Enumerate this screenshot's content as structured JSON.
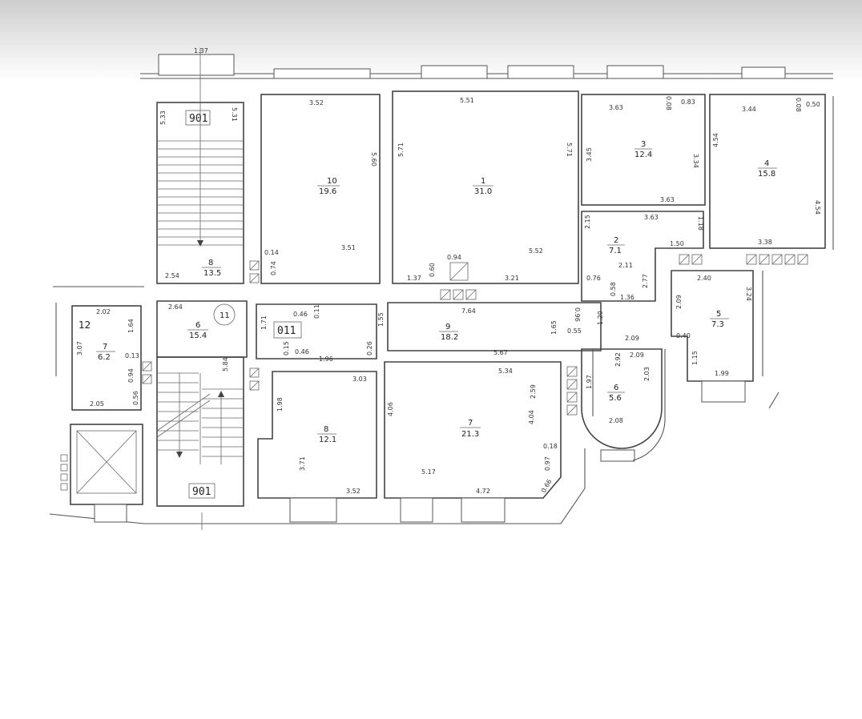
{
  "rooms": [
    {
      "id": "r1",
      "number": "1",
      "area": "31.0"
    },
    {
      "id": "r2",
      "number": "2",
      "area": "7.1"
    },
    {
      "id": "r3",
      "number": "3",
      "area": "12.4"
    },
    {
      "id": "r4",
      "number": "4",
      "area": "15.8"
    },
    {
      "id": "r5",
      "number": "5",
      "area": "7.3"
    },
    {
      "id": "r6a",
      "number": "6",
      "area": "15.4"
    },
    {
      "id": "r6b",
      "number": "6",
      "area": "5.6"
    },
    {
      "id": "r7a",
      "number": "7",
      "area": "6.2"
    },
    {
      "id": "r7b",
      "number": "7",
      "area": "21.3"
    },
    {
      "id": "r8a",
      "number": "8",
      "area": "13.5"
    },
    {
      "id": "r8b",
      "number": "8",
      "area": "12.1"
    },
    {
      "id": "r9",
      "number": "9",
      "area": "18.2"
    },
    {
      "id": "r10",
      "number": "10",
      "area": "19.6"
    }
  ],
  "markers": {
    "stair_top": "901",
    "stair_bottom": "901",
    "corridor": "011",
    "circle": "11",
    "left_room": "12",
    "north_arrow_top": "1.37"
  },
  "dimensions": [
    "3.52",
    "5.60",
    "3.51",
    "0.14",
    "0.74",
    "5.51",
    "5.71",
    "5.71",
    "0.94",
    "0.60",
    "1.37",
    "5.52",
    "3.21",
    "3.63",
    "0.08",
    "0.83",
    "3.45",
    "3.34",
    "3.63",
    "3.44",
    "0.08",
    "0.50",
    "4.54",
    "4.54",
    "3.38",
    "5.33",
    "5.31",
    "2.54",
    "2.15",
    "3.63",
    "1.18",
    "2.11",
    "1.50",
    "0.76",
    "0.58",
    "2.77",
    "1.36",
    "2.40",
    "2.09",
    "3.24",
    "0.40",
    "1.15",
    "1.99",
    "2.02",
    "1.64",
    "3.07",
    "0.13",
    "0.94",
    "0.56",
    "2.05",
    "2.64",
    "5.84",
    "0.46",
    "0.11",
    "1.71",
    "1.55",
    "0.15",
    "0.46",
    "0.26",
    "7.64",
    "0.96",
    "1.20",
    "1.65",
    "0.55",
    "5.67",
    "2.09",
    "1.96",
    "3.03",
    "1.98",
    "3.71",
    "3.52",
    "5.34",
    "4.06",
    "2.59",
    "4.04",
    "0.18",
    "0.97",
    "0.66",
    "5.17",
    "4.72",
    "2.92",
    "2.09",
    "1.97",
    "2.03",
    "2.08"
  ]
}
